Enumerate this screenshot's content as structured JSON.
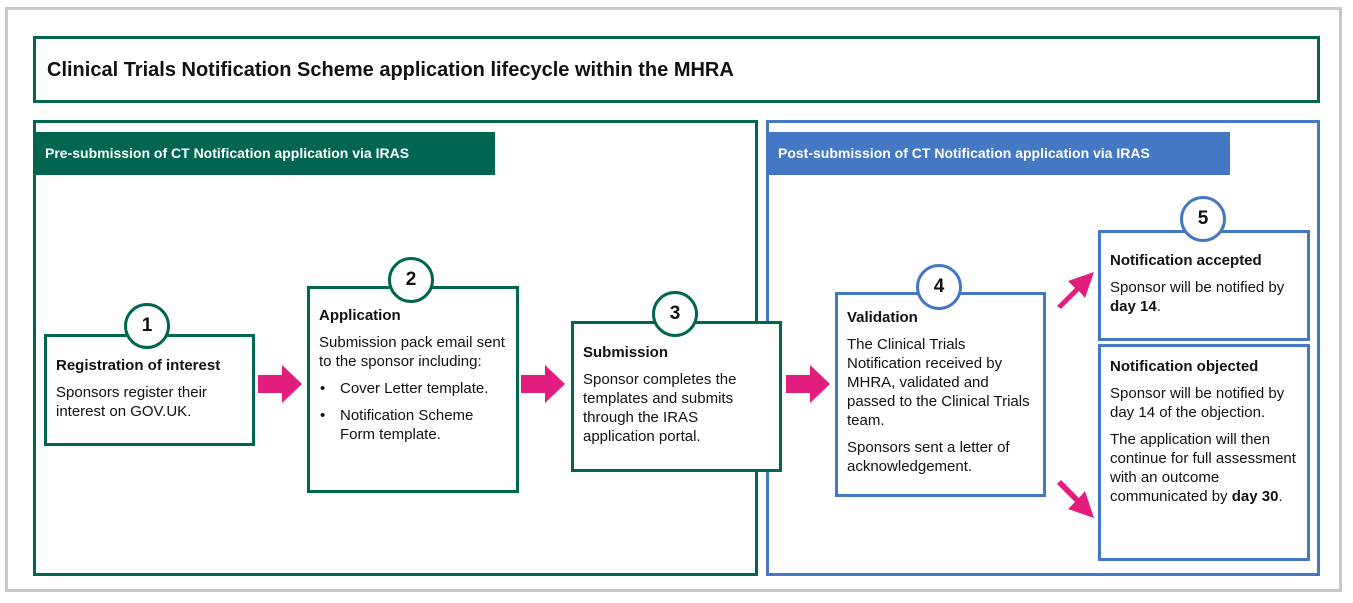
{
  "title": "Clinical Trials Notification Scheme application lifecycle within the MHRA",
  "colors": {
    "green": "#00664f",
    "blue": "#4477c4",
    "arrow": "#e21d7e",
    "outer_border": "#c8c8c8"
  },
  "pre_submission": {
    "header": "Pre-submission of CT Notification application via IRAS",
    "steps": [
      {
        "number": "1",
        "heading": "Registration of interest",
        "body": "Sponsors register their interest on GOV.UK."
      },
      {
        "number": "2",
        "heading": "Application",
        "body": "Submission pack email sent to the sponsor including:",
        "bullet_char": "•",
        "bullets": [
          "Cover Letter template.",
          "Notification Scheme Form template."
        ]
      },
      {
        "number": "3",
        "heading": "Submission",
        "body": "Sponsor completes the templates and submits through the IRAS application portal."
      }
    ]
  },
  "post_submission": {
    "header": "Post-submission of CT Notification application via IRAS",
    "validation": {
      "number": "4",
      "heading": "Validation",
      "body1": "The Clinical Trials Notification received by MHRA, validated and passed to the Clinical Trials team.",
      "body2": "Sponsors sent a letter of acknowledgement."
    },
    "outcome_number": "5",
    "accepted": {
      "heading": "Notification accepted",
      "body_prefix": "Sponsor will be notified by ",
      "body_bold": "day 14",
      "body_suffix": "."
    },
    "objected": {
      "heading": "Notification objected",
      "body1": "Sponsor will be notified by day 14 of the objection.",
      "body2_prefix": "The application will then continue for full assessment with an outcome communicated by ",
      "body2_bold": "day 30",
      "body2_suffix": "."
    }
  },
  "arrows": [
    {
      "from": "step-1",
      "to": "step-2",
      "direction": "right"
    },
    {
      "from": "step-2",
      "to": "step-3",
      "direction": "right"
    },
    {
      "from": "step-3",
      "to": "step-4",
      "direction": "right"
    },
    {
      "from": "step-4",
      "to": "notification-accepted",
      "direction": "up-right"
    },
    {
      "from": "step-4",
      "to": "notification-objected",
      "direction": "down-right"
    }
  ]
}
